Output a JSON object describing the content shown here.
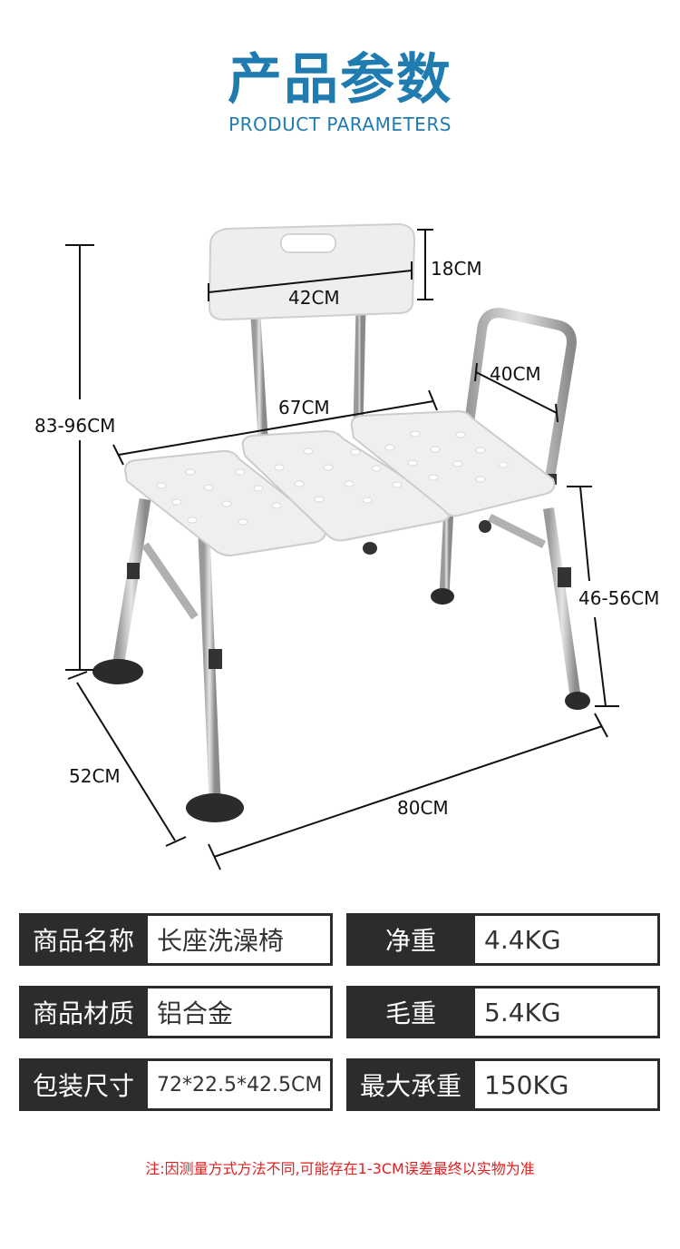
{
  "header": {
    "title_cn": "产品参数",
    "title_en": "PRODUCT PARAMETERS",
    "accent_color": "#1f7bb0"
  },
  "diagram": {
    "subject": "bath transfer bench with backrest and handle",
    "dimensions": {
      "backrest_height": "18CM",
      "backrest_width": "42CM",
      "handle_width": "40CM",
      "seat_width": "67CM",
      "total_height": "83-96CM",
      "seat_height": "46-56CM",
      "depth": "52CM",
      "length": "80CM"
    }
  },
  "specs": {
    "left": [
      {
        "key": "商品名称",
        "value": "长座洗澡椅"
      },
      {
        "key": "商品材质",
        "value": "铝合金"
      },
      {
        "key": "包装尺寸",
        "value": "72*22.5*42.5CM"
      }
    ],
    "right": [
      {
        "key": "净重",
        "value": "4.4KG"
      },
      {
        "key": "毛重",
        "value": "5.4KG"
      },
      {
        "key": "最大承重",
        "value": "150KG"
      }
    ]
  },
  "note": {
    "text": "注:因测量方式方法不同,可能存在1-3CM误差最终以实物为准",
    "color": "#e02020"
  }
}
